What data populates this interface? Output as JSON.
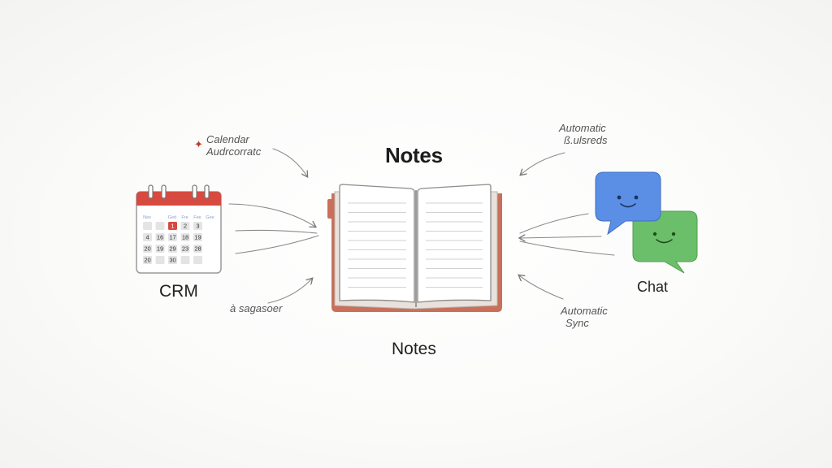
{
  "center": {
    "title_top": "Notes",
    "title_bottom": "Notes"
  },
  "left": {
    "label": "CRM",
    "annotation_top": [
      "Calendar",
      "Audrcorratc"
    ],
    "annotation_bottom": "à sagasoer",
    "calendar": {
      "header_row": [
        "Nex",
        "",
        "Ged",
        "Fre",
        "Fee",
        "Gee"
      ],
      "rows": [
        [
          "",
          "",
          "1",
          "2",
          "3"
        ],
        [
          "4",
          "16",
          "17",
          "18",
          "19"
        ],
        [
          "20",
          "19",
          "29",
          "23",
          "28"
        ],
        [
          "20",
          "",
          "30",
          "",
          ""
        ]
      ],
      "highlight_color": "#d64a3f"
    }
  },
  "right": {
    "label": "Chat",
    "annotation_top": [
      "Automatic",
      "ß.ulsreds"
    ],
    "annotation_bottom": [
      "Automatic",
      "Sync"
    ],
    "bubble_colors": {
      "blue": "#5b8fe6",
      "green": "#6cbf6a"
    }
  },
  "colors": {
    "book_cover": "#c8705a",
    "arrow": "#888888"
  }
}
